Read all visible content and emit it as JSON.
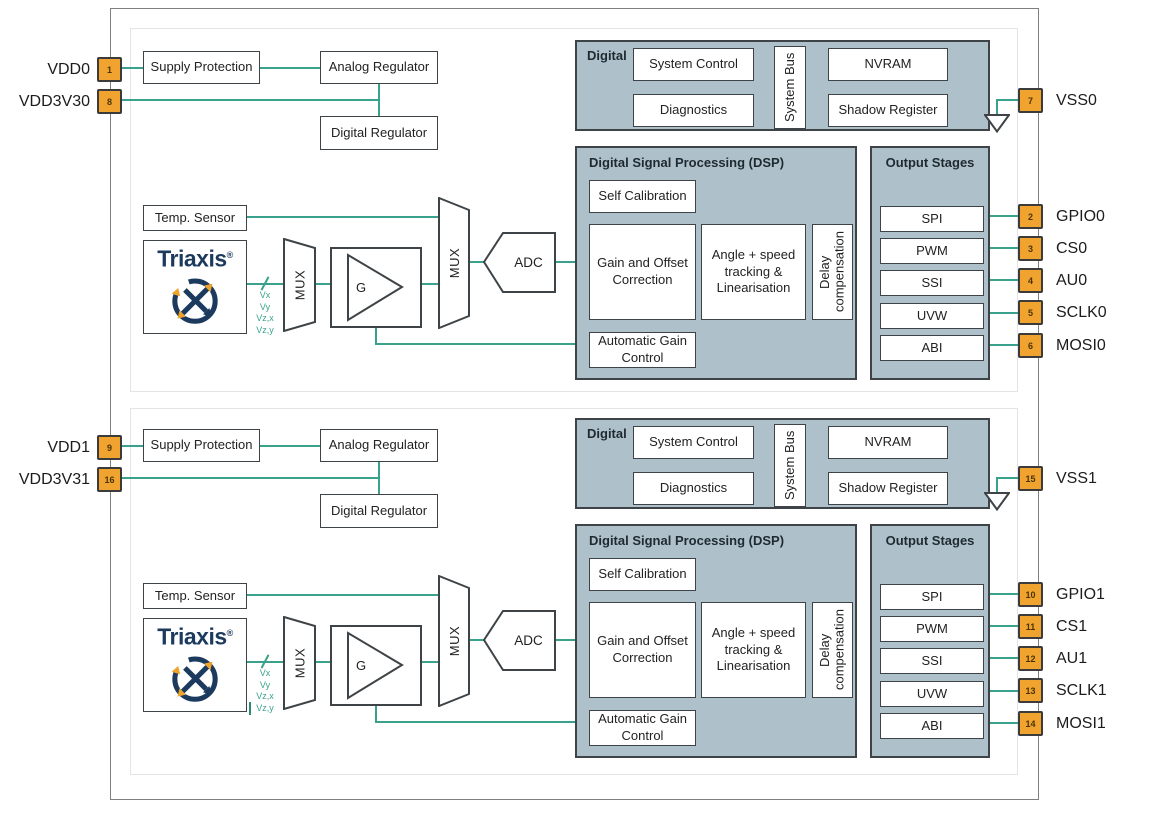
{
  "colors": {
    "teal": "#3AA18C",
    "block_fill": "#AEC1CB",
    "pin_fill": "#F0A42F",
    "pin_border": "#3B3B3B",
    "navy": "#1B3A5E",
    "box_border": "#3D4346"
  },
  "halves": [
    {
      "pins_left": [
        {
          "number": "1",
          "label": "VDD0"
        },
        {
          "number": "8",
          "label": "VDD3V30"
        }
      ],
      "supply_protection": "Supply Protection",
      "analog_regulator": "Analog Regulator",
      "digital_regulator": "Digital Regulator",
      "digital": {
        "title": "Digital",
        "system_control": "System Control",
        "diagnostics": "Diagnostics",
        "system_bus": "System Bus",
        "nvram": "NVRAM",
        "shadow_register": "Shadow Register"
      },
      "vss_pin": {
        "number": "7",
        "label": "VSS0"
      },
      "temp_sensor": "Temp. Sensor",
      "triaxis_brand": "Triaxis",
      "triaxis_reg": "®",
      "signal_labels": [
        "Vx",
        "Vy",
        "Vz,x",
        "Vz,y"
      ],
      "mux1_label": "MUX",
      "gain_label": "G",
      "mux2_label": "MUX",
      "adc_label": "ADC",
      "dsp": {
        "title": "Digital Signal Processing (DSP)",
        "self_calibration": "Self Calibration",
        "gain_offset": "Gain and Offset\nCorrection",
        "angle_speed": "Angle + speed\ntracking &\nLinearisation",
        "delay_compensation": "Delay compensation",
        "agc": "Automatic Gain\nControl"
      },
      "output_stages": {
        "title": "Output Stages",
        "items": [
          "SPI",
          "PWM",
          "SSI",
          "UVW",
          "ABI"
        ]
      },
      "pins_right": [
        {
          "number": "2",
          "label": "GPIO0"
        },
        {
          "number": "3",
          "label": "CS0"
        },
        {
          "number": "4",
          "label": "AU0"
        },
        {
          "number": "5",
          "label": "SCLK0"
        },
        {
          "number": "6",
          "label": "MOSI0"
        }
      ]
    },
    {
      "pins_left": [
        {
          "number": "9",
          "label": "VDD1"
        },
        {
          "number": "16",
          "label": "VDD3V31"
        }
      ],
      "supply_protection": "Supply Protection",
      "analog_regulator": "Analog Regulator",
      "digital_regulator": "Digital Regulator",
      "digital": {
        "title": "Digital",
        "system_control": "System Control",
        "diagnostics": "Diagnostics",
        "system_bus": "System Bus",
        "nvram": "NVRAM",
        "shadow_register": "Shadow Register"
      },
      "vss_pin": {
        "number": "15",
        "label": "VSS1"
      },
      "temp_sensor": "Temp. Sensor",
      "triaxis_brand": "Triaxis",
      "triaxis_reg": "®",
      "signal_labels": [
        "Vx",
        "Vy",
        "Vz,x",
        "Vz,y"
      ],
      "mux1_label": "MUX",
      "gain_label": "G",
      "mux2_label": "MUX",
      "adc_label": "ADC",
      "dsp": {
        "title": "Digital Signal Processing (DSP)",
        "self_calibration": "Self Calibration",
        "gain_offset": "Gain and Offset\nCorrection",
        "angle_speed": "Angle + speed\ntracking &\nLinearisation",
        "delay_compensation": "Delay compensation",
        "agc": "Automatic Gain\nControl"
      },
      "output_stages": {
        "title": "Output Stages",
        "items": [
          "SPI",
          "PWM",
          "SSI",
          "UVW",
          "ABI"
        ]
      },
      "pins_right": [
        {
          "number": "10",
          "label": "GPIO1"
        },
        {
          "number": "11",
          "label": "CS1"
        },
        {
          "number": "12",
          "label": "AU1"
        },
        {
          "number": "13",
          "label": "SCLK1"
        },
        {
          "number": "14",
          "label": "MOSI1"
        }
      ]
    }
  ]
}
